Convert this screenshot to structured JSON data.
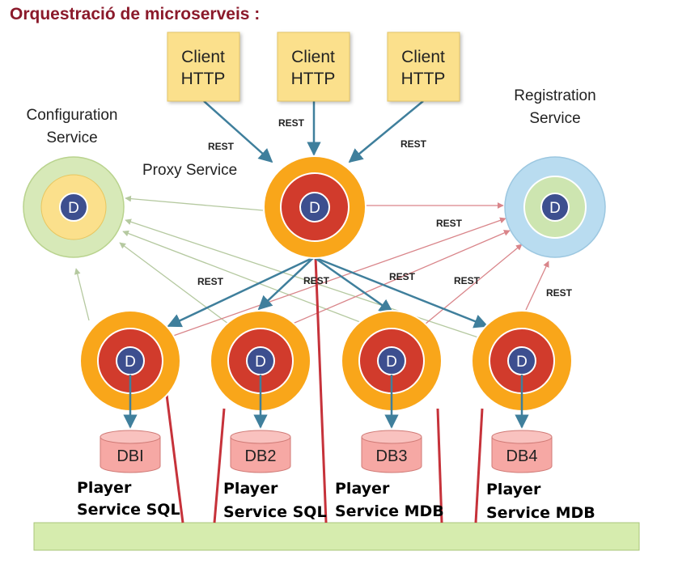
{
  "title": "Orquestració de microserveis :",
  "clients": [
    {
      "line1": "Client",
      "line2": "HTTP"
    },
    {
      "line1": "Client",
      "line2": "HTTP"
    },
    {
      "line1": "Client",
      "line2": "HTTP"
    }
  ],
  "proxy_label": "Proxy Service",
  "config_label": {
    "line1": "Configuration",
    "line2": "Service"
  },
  "registration_label": {
    "line1": "Registration",
    "line2": "Service"
  },
  "d_letter": "D",
  "rest_label": "REST",
  "databases": [
    "DBI",
    "DB2",
    "DB3",
    "DB4"
  ],
  "players": [
    {
      "line1": "Player",
      "line2": "Service SQL"
    },
    {
      "line1": "Player",
      "line2": "Service SQL"
    },
    {
      "line1": "Player",
      "line2": "Service MDB"
    },
    {
      "line1": "Player",
      "line2": "Service MDB"
    }
  ],
  "colors": {
    "title": "#8b1a2b",
    "client_box": "#fbe08c",
    "orange_ring": "#f9a61a",
    "red_ring": "#d13b2c",
    "d_core": "#3d4f8f",
    "config_outer": "#d7e9b8",
    "config_inner": "#fbe08c",
    "registration_outer": "#b9dcf0",
    "registration_inner": "#cde5b0",
    "arrow_blue": "#3f7f9c",
    "arrow_green": "#b5c9a0",
    "arrow_pink": "#d9858a",
    "bus_line": "#c6323a",
    "db_fill": "#f6a8a4",
    "bus": "#d6ecae"
  }
}
